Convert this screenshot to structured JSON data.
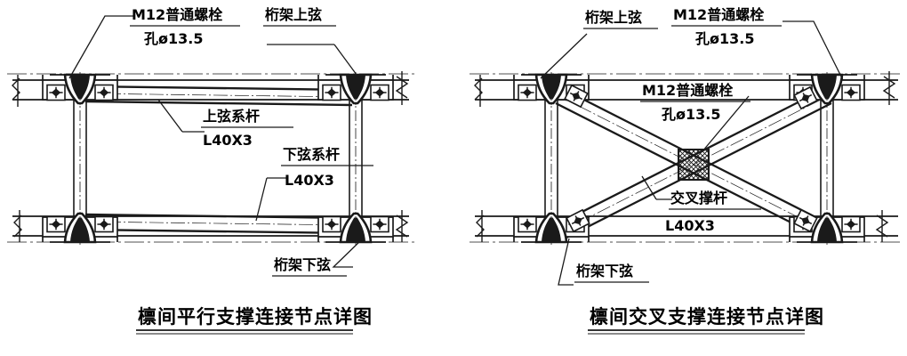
{
  "drawing": {
    "type": "structural-steel-connection-detail",
    "sheet_background": "#ffffff",
    "line_color": "#1a1a1a",
    "panels": [
      {
        "id": "parallel-bracing",
        "title": "檩间平行支撑连接节点详图",
        "labels": [
          {
            "key": "bolt_top_left",
            "line1": "M12普通螺栓",
            "line2": "孔ø13.5"
          },
          {
            "key": "truss_top_chord",
            "line1": "桁架上弦",
            "line2": ""
          },
          {
            "key": "top_tie",
            "line1": "上弦系杆",
            "line2": "L40X3"
          },
          {
            "key": "bottom_tie",
            "line1": "下弦系杆",
            "line2": "L40X3"
          },
          {
            "key": "truss_bot_chord",
            "line1": "桁架下弦",
            "line2": ""
          }
        ]
      },
      {
        "id": "cross-bracing",
        "title": "檩间交叉支撑连接节点详图",
        "labels": [
          {
            "key": "truss_top_chord",
            "line1": "桁架上弦",
            "line2": ""
          },
          {
            "key": "bolt_top_right",
            "line1": "M12普通螺栓",
            "line2": "孔ø13.5"
          },
          {
            "key": "bolt_center",
            "line1": "M12普通螺栓",
            "line2": "孔ø13.5"
          },
          {
            "key": "cross_brace",
            "line1": "交叉撑杆",
            "line2": "L40X3"
          },
          {
            "key": "truss_bot_chord",
            "line1": "桁架下弦",
            "line2": ""
          }
        ]
      }
    ],
    "member_spec": "L40X3",
    "bolt_spec": "M12普通螺栓",
    "hole_spec": "孔ø13.5"
  }
}
